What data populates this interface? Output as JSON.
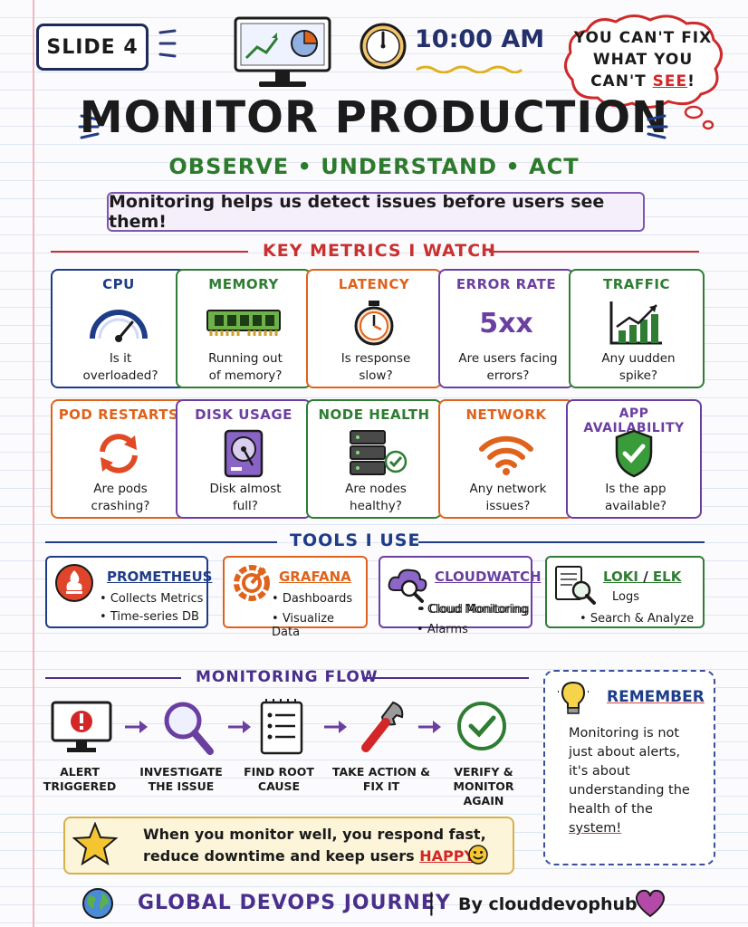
{
  "header": {
    "slide_label": "SLIDE 4",
    "time": "10:00 AM",
    "cloud_text_line1": "YOU CAN'T FIX",
    "cloud_text_line2": "WHAT YOU",
    "cloud_text_line3_pre": "CAN'T ",
    "cloud_text_line3_emph": "SEE",
    "cloud_text_line3_post": "!",
    "title": "MONITOR PRODUCTION",
    "subtitle": "OBSERVE • UNDERSTAND • ACT",
    "tagline": "Monitoring helps us detect issues before users see them!"
  },
  "sections": {
    "metrics": "KEY METRICS I WATCH",
    "tools": "TOOLS I USE",
    "flow": "MONITORING FLOW"
  },
  "metrics": [
    {
      "title": "CPU",
      "desc1": "Is it",
      "desc2": "overloaded?",
      "color": "#1f3c88",
      "icon": "gauge-icon"
    },
    {
      "title": "MEMORY",
      "desc1": "Running out",
      "desc2": "of memory?",
      "color": "#2e7d32",
      "icon": "ram-chip-icon"
    },
    {
      "title": "LATENCY",
      "desc1": "Is response",
      "desc2": "slow?",
      "color": "#e0631c",
      "icon": "stopwatch-icon"
    },
    {
      "title": "ERROR RATE",
      "desc1": "Are users facing",
      "desc2": "errors?",
      "color": "#6b3fa0",
      "icon_text": "5xx",
      "icon": "error-5xx-icon"
    },
    {
      "title": "TRAFFIC",
      "desc1": "Any uudden",
      "desc2": "spike?",
      "color": "#2e7d32",
      "icon": "traffic-chart-icon"
    },
    {
      "title": "POD RESTARTS",
      "desc1": "Are pods",
      "desc2": "crashing?",
      "color": "#e0631c",
      "icon": "restart-arrows-icon"
    },
    {
      "title": "DISK USAGE",
      "desc1": "Disk almost",
      "desc2": "full?",
      "color": "#6b3fa0",
      "icon": "hard-disk-icon"
    },
    {
      "title": "NODE HEALTH",
      "desc1": "Are nodes",
      "desc2": "healthy?",
      "color": "#2e7d32",
      "icon": "server-check-icon"
    },
    {
      "title": "NETWORK",
      "desc1": "Any network",
      "desc2": "issues?",
      "color": "#e0631c",
      "icon": "wifi-icon"
    },
    {
      "title": "APP AVAILABILITY",
      "desc1": "Is the app",
      "desc2": "available?",
      "color": "#6b3fa0",
      "icon": "shield-check-icon"
    }
  ],
  "tools": [
    {
      "name": "PROMETHEUS",
      "b1": "Collects Metrics",
      "b2": "Time-series DB",
      "color": "#1f3c88",
      "icon": "prometheus-icon"
    },
    {
      "name": "GRAFANA",
      "b1": "Dashboards",
      "b2": "Visualize Data",
      "color": "#e0631c",
      "icon": "grafana-icon"
    },
    {
      "name": "CLOUDWATCH",
      "b1": "Cloud Monitoring",
      "b2": "Alarms",
      "color": "#6b3fa0",
      "icon": "cloudwatch-icon"
    },
    {
      "name": "LOKI",
      "name_sep": " / ",
      "name2": "ELK",
      "b1": "Logs",
      "b2": "Search & Analyze",
      "color": "#2e7d32",
      "icon": "log-search-icon"
    }
  ],
  "flow": [
    {
      "l1": "ALERT",
      "l2": "TRIGGERED",
      "icon": "alert-monitor-icon"
    },
    {
      "l1": "INVESTIGATE",
      "l2": "THE ISSUE",
      "icon": "magnifier-icon"
    },
    {
      "l1": "FIND ROOT",
      "l2": "CAUSE",
      "icon": "checklist-icon"
    },
    {
      "l1": "TAKE ACTION &",
      "l2": "FIX IT",
      "icon": "wrench-icon"
    },
    {
      "l1": "VERIFY &",
      "l2": "MONITOR AGAIN",
      "icon": "check-circle-icon"
    }
  ],
  "remember": {
    "title": "REMEMBER",
    "l1": "Monitoring is not",
    "l2": "just about alerts,",
    "l3": "it's about",
    "l4": "understanding the",
    "l5": "health of the",
    "l6": "system!"
  },
  "note": {
    "line1": "When you monitor well, you respond fast,",
    "line2_pre": "reduce downtime and keep users ",
    "line2_emph": "HAPPY!"
  },
  "footer": {
    "left": "GLOBAL DEVOPS JOURNEY",
    "sep": "|",
    "right": "By clouddevophub"
  }
}
